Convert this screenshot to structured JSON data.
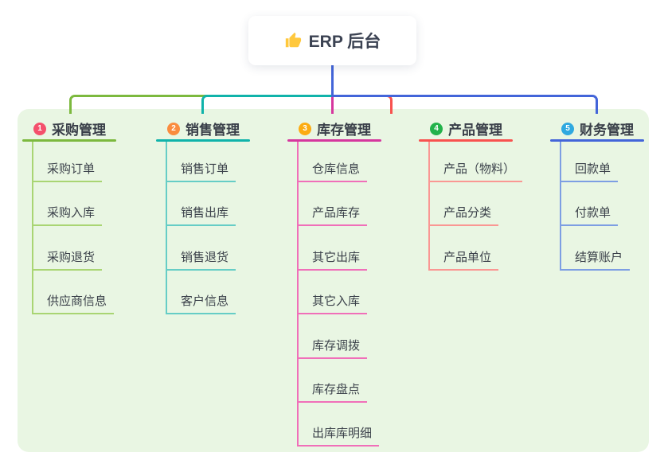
{
  "root": {
    "title": "ERP 后台",
    "icon": "thumbs-up-icon"
  },
  "branches": [
    {
      "num": "1",
      "title": "采购管理",
      "color": "#7CB93E",
      "light_color": "#A9D573",
      "badge_color": "#F4506C",
      "items": [
        "采购订单",
        "采购入库",
        "采购退货",
        "供应商信息"
      ]
    },
    {
      "num": "2",
      "title": "销售管理",
      "color": "#10B3AA",
      "light_color": "#66CDC6",
      "badge_color": "#FA8C3F",
      "items": [
        "销售订单",
        "销售出库",
        "销售退货",
        "客户信息"
      ]
    },
    {
      "num": "3",
      "title": "库存管理",
      "color": "#D6379E",
      "light_color": "#F06FB9",
      "badge_color": "#FCAC12",
      "items": [
        "仓库信息",
        "产品库存",
        "其它出库",
        "其它入库",
        "库存调拨",
        "库存盘点",
        "出库库明细"
      ]
    },
    {
      "num": "4",
      "title": "产品管理",
      "color": "#F8524F",
      "light_color": "#FA9793",
      "badge_color": "#23B24B",
      "items": [
        "产品（物料）",
        "产品分类",
        "产品单位"
      ]
    },
    {
      "num": "5",
      "title": "财务管理",
      "color": "#4365D9",
      "light_color": "#7D9EE3",
      "badge_color": "#2FA9E0",
      "items": [
        "回款单",
        "付款单",
        "结算账户"
      ]
    }
  ],
  "colors": {
    "canvas_bg": "#FFFFFF",
    "panel_bg": "#E9F6E3",
    "trunk": "#4365D9",
    "node_text": "#3B4252",
    "item_text": "#3C424B",
    "thumb_icon": "#FFC83D",
    "badge_text": "#FFFFFF"
  }
}
